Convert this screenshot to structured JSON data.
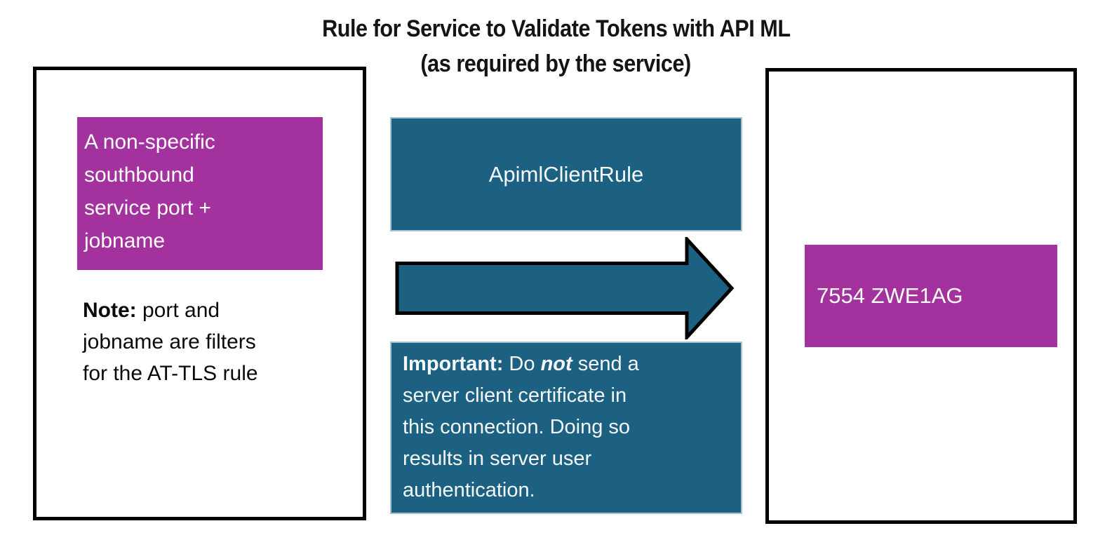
{
  "title": {
    "line1": "Rule for Service to Validate Tokens with API ML",
    "line2": "(as required by the service)"
  },
  "colors": {
    "magenta": "#A4329E",
    "teal": "#1C6181",
    "teal_border": "#A7C2D0"
  },
  "left_panel": {
    "highlight_lines": [
      "A non-specific",
      "southbound",
      "service port +",
      "jobname"
    ],
    "note": {
      "label": "Note:",
      "line1_rest": " port and",
      "line2": "jobname are filters",
      "line3": "for the AT-TLS rule"
    }
  },
  "middle": {
    "rule_name": "ApimlClientRule",
    "important": {
      "label": "Important:",
      "line1_pre": " Do ",
      "line1_em": "not",
      "line1_post": " send a",
      "line2": "server client certificate in",
      "line3": "this connection. Doing so",
      "line4": "results in server user",
      "line5": "authentication."
    }
  },
  "right_panel": {
    "port_jobname": "7554 ZWE1AG"
  }
}
